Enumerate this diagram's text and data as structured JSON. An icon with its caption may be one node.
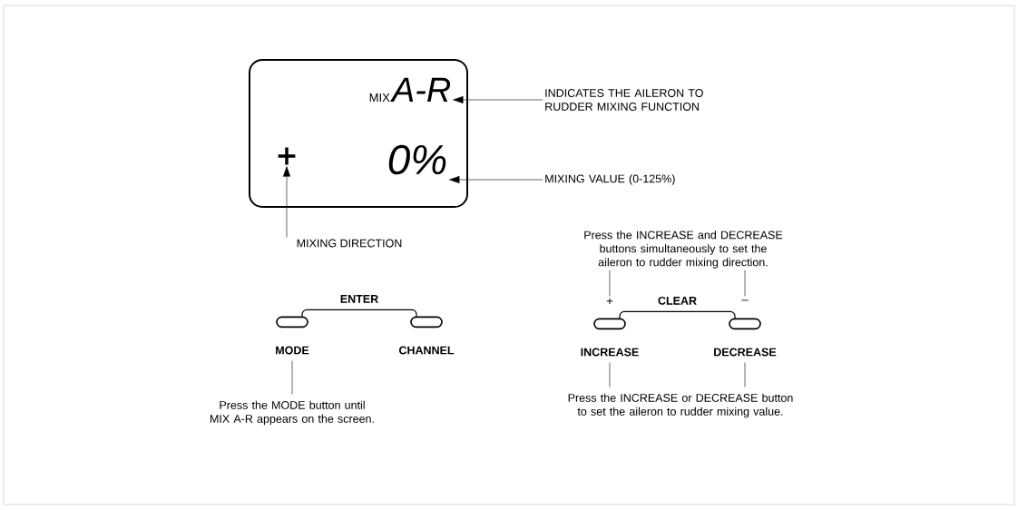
{
  "diagram": {
    "nodes": [
      {
        "text": [],
        "shape": "box"
      },
      {
        "text": [
          "MIX",
          "A-R"
        ],
        "in": 0
      },
      {
        "text": [
          "0%"
        ],
        "in": 0
      },
      {
        "text": [
          "+"
        ],
        "in": 0
      },
      {
        "text": [
          "INDICATES THE AILERON TO RUDDER MIXING FUNCTION"
        ]
      },
      {
        "text": [
          "MIXING VALUE (0-125%)"
        ]
      },
      {
        "text": [
          "MIXING DIRECTION"
        ]
      },
      {
        "text": [
          "MODE"
        ]
      },
      {
        "text": [
          "CHANNEL"
        ]
      },
      {
        "text": [
          "+",
          "INCREASE"
        ]
      },
      {
        "text": [
          "–",
          "DECREASE"
        ]
      },
      {
        "text": [
          "Press the INCREASE and DECREASE buttons simultaneously to set the aileron to rudder mixing direction."
        ]
      },
      {
        "text": [
          "Press the MODE button until MIX A-R appears on the screen."
        ]
      },
      {
        "text": [
          "Press the INCREASE or DECREASE button to set the aileron to rudder mixing value."
        ]
      }
    ],
    "edges": [
      {
        "from": 4,
        "to": 1,
        "arrow": "to"
      },
      {
        "from": 5,
        "to": 2,
        "arrow": "to"
      },
      {
        "from": 6,
        "to": 3,
        "arrow": "to"
      },
      {
        "from": 7,
        "to": 8,
        "arrow": "none",
        "label": "ENTER"
      },
      {
        "from": 9,
        "to": 10,
        "arrow": "none",
        "label": "CLEAR"
      },
      {
        "from": 11,
        "to": 9,
        "arrow": "none"
      },
      {
        "from": 11,
        "to": 10,
        "arrow": "none"
      },
      {
        "from": 12,
        "to": 7,
        "arrow": "none"
      },
      {
        "from": 13,
        "to": 9,
        "arrow": "none"
      },
      {
        "from": 13,
        "to": 10,
        "arrow": "none"
      }
    ]
  }
}
